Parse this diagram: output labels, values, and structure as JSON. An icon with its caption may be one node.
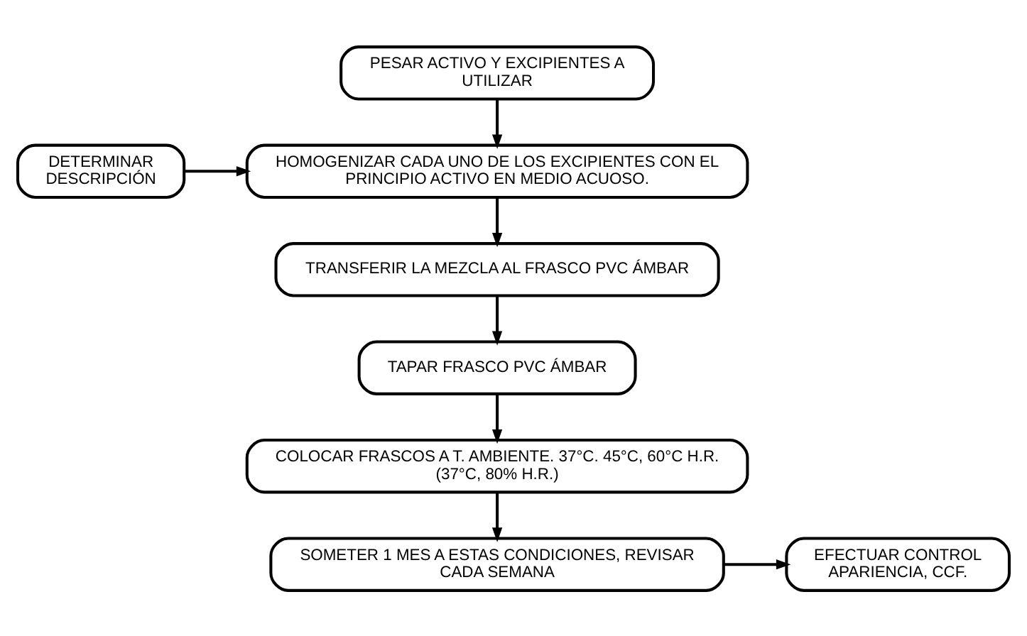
{
  "diagram": {
    "nodes": [
      {
        "text": [
          "PESAR ACTIVO Y EXCIPIENTES A UTILIZAR"
        ]
      },
      {
        "text": [
          "HOMOGENIZAR CADA UNO DE LOS EXCIPIENTES CON EL PRINCIPIO ACTIVO EN MEDIO ACUOSO."
        ]
      },
      {
        "text": [
          "DETERMINAR DESCRIPCIÓN"
        ]
      },
      {
        "text": [
          "TRANSFERIR LA MEZCLA AL FRASCO PVC ÁMBAR"
        ]
      },
      {
        "text": [
          "TAPAR FRASCO PVC ÁMBAR"
        ]
      },
      {
        "text": [
          "COLOCAR FRASCOS A T. AMBIENTE. 37°C. 45°C, 60°C H.R. (37°C, 80% H.R.)"
        ]
      },
      {
        "text": [
          "SOMETER 1 MES A ESTAS CONDICIONES, REVISAR CADA SEMANA"
        ]
      },
      {
        "text": [
          "EFECTUAR CONTROL APARIENCIA, CCF."
        ]
      }
    ],
    "edges": [
      {
        "from": 0,
        "to": 1,
        "arrow": "to"
      },
      {
        "from": 2,
        "to": 1,
        "arrow": "to"
      },
      {
        "from": 1,
        "to": 3,
        "arrow": "to"
      },
      {
        "from": 3,
        "to": 4,
        "arrow": "to"
      },
      {
        "from": 4,
        "to": 5,
        "arrow": "to"
      },
      {
        "from": 5,
        "to": 6,
        "arrow": "to"
      },
      {
        "from": 6,
        "to": 7,
        "arrow": "to"
      }
    ]
  }
}
